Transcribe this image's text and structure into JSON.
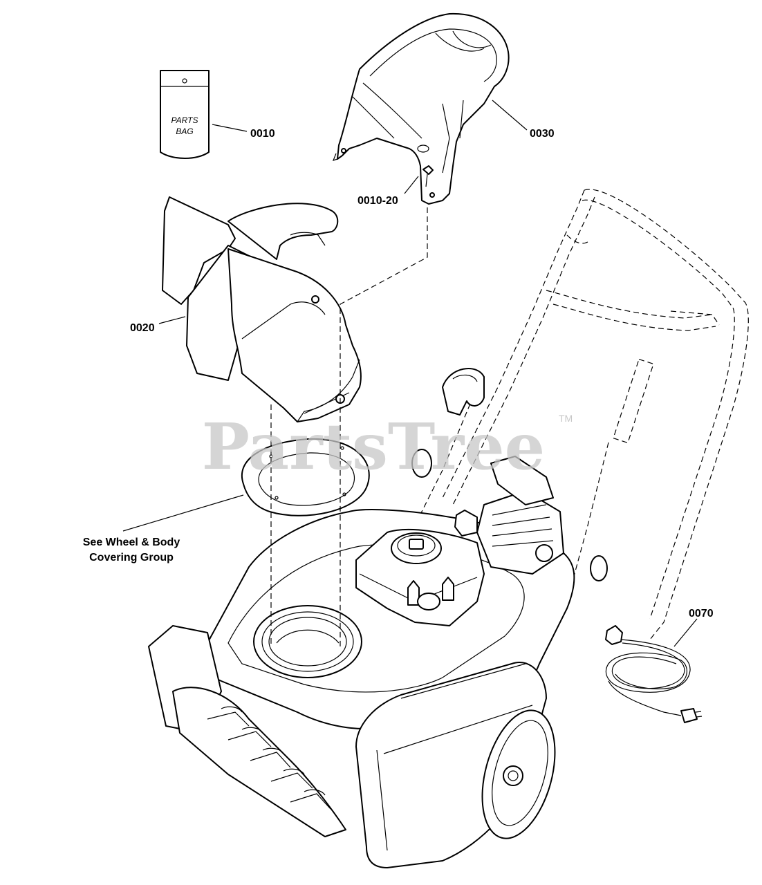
{
  "watermark": {
    "text": "PartsTree",
    "trademark": "TM"
  },
  "parts_bag": {
    "line1": "PARTS",
    "line2": "BAG"
  },
  "callouts": {
    "c0010": "0010",
    "c0030": "0030",
    "c0010_20": "0010-20",
    "c0020": "0020",
    "c0070": "0070",
    "see_wheel_line1": "See Wheel & Body",
    "see_wheel_line2": "Covering Group"
  },
  "colors": {
    "line": "#000000",
    "watermark": "#c8c8c8",
    "background": "#ffffff"
  }
}
